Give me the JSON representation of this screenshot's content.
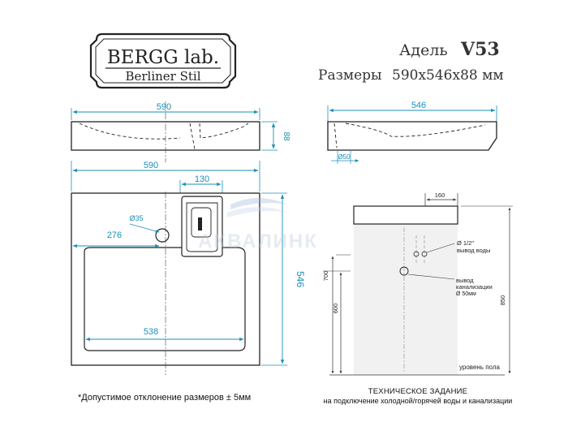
{
  "logo": {
    "brand": "BERGG lab.",
    "line": "Berliner Stil"
  },
  "title": {
    "model_prefix": "Адель",
    "model_code": "V53",
    "size_prefix": "Размеры",
    "size_value": "590х546х88 мм"
  },
  "watermark": "АКВАЛИНК",
  "dimensions": {
    "front_width": "590",
    "front_height": "88",
    "side_depth": "546",
    "side_drain": "Ø50",
    "top_width": "590",
    "faucet_box": "130",
    "hole_diameter": "Ø35",
    "hole_offset": "276",
    "depth": "546",
    "bowl_width": "538"
  },
  "install": {
    "top_width": "160",
    "water_pipe_size": "Ø 1/2\"",
    "water_pipe_label": "вывод воды",
    "drain_label_1": "вывод",
    "drain_label_2": "канализации",
    "drain_size": "Ø 50мм",
    "h700": "700",
    "h600": "600",
    "h850": "850",
    "floor": "уровень пола"
  },
  "note": "*Допустимое отклонение размеров ± 5мм",
  "tech": {
    "title": "ТЕХНИЧЕСКОЕ ЗАДАНИЕ",
    "subtitle": "на подключение холодной/горячей воды и канализации"
  },
  "colors": {
    "dimension": "#1a8fb8",
    "outline": "#222222",
    "wall": "#f1f1f1"
  }
}
